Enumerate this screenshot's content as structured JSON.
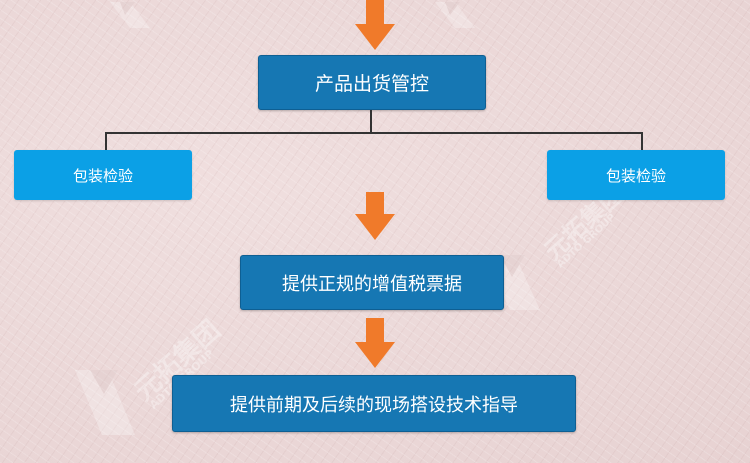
{
  "nodes": {
    "product_shipment_control": "产品出货管控",
    "packaging_inspection_left": "包装检验",
    "packaging_inspection_right": "包装检验",
    "invoice": "提供正规的增值税票据",
    "guidance": "提供前期及后续的现场搭设技术指导"
  },
  "watermark": {
    "brand": "元拓集团",
    "brand_en": "ADTO GROUP"
  },
  "colors": {
    "arrow": "#f07a2a",
    "box_dark": "#1677b3",
    "box_light": "#0ba0e6",
    "connector": "#333333"
  }
}
